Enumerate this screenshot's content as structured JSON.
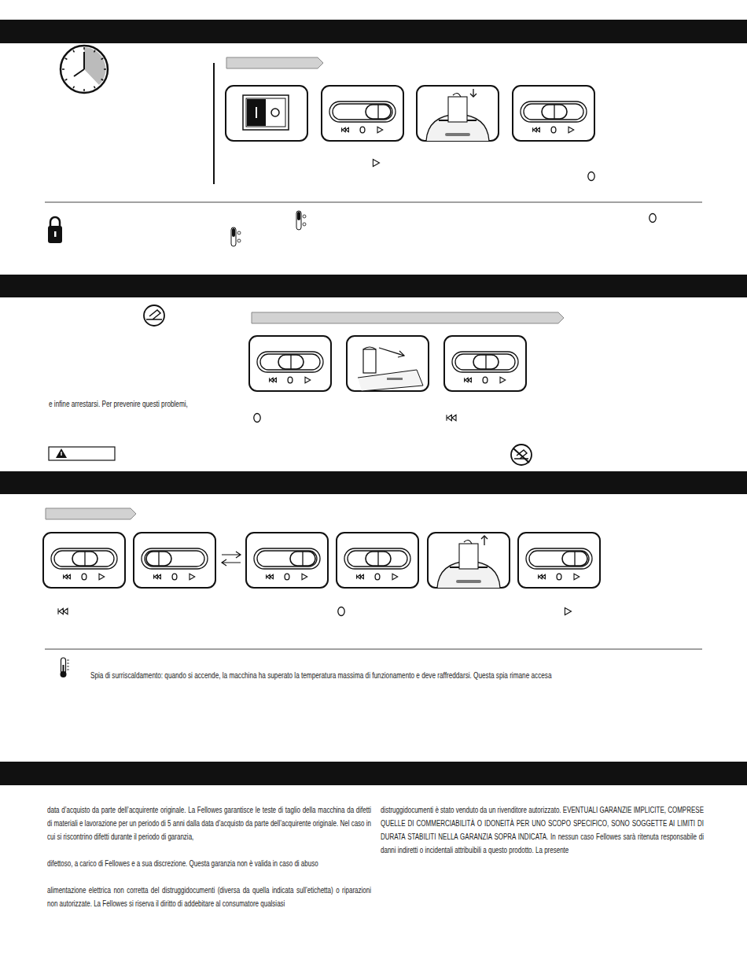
{
  "diagram": {
    "labels": [
      "e infine arrestarsi. Per prevenire questi problemi,",
      "Spia di surriscaldamento: quando si accende, la macchina ha superato la temperatura massima di funzionamento e deve raffreddarsi. Questa spia rimane accesa",
      "data d’acquisto da parte dell’acquirente originale.  La Fellowes garantisce le teste di taglio della macchina da difetti di materiali e lavorazione per un periodo di 5 anni dalla data d’acquisto da parte dell’acquirente originale. Nel caso in cui si riscontrino difetti durante il periodo di garanzia,",
      "difettoso, a carico di Fellowes e a sua discrezione. Questa garanzia non è valida in caso di abuso",
      "alimentazione elettrica non corretta del distruggidocumenti (diversa da quella indicata sull’etichetta) o riparazioni non autorizzate. La Fellowes si riserva il diritto di addebitare al consumatore qualsiasi",
      "distruggidocumenti è stato venduto da un rivenditore autorizzato. EVENTUALI GARANZIE IMPLICITE, COMPRESE QUELLE DI COMMERCIABILITÀ O IDONEITÀ PER UNO SCOPO SPECIFICO, SONO SOGGETTE AI LIMITI DI DURATA STABILITI NELLA GARANZIA SOPRA INDICATA. In nessun caso Fellowes sarà ritenuta responsabile di danni indiretti o incidentali attribuibili a questo prodotto. La presente"
    ]
  }
}
